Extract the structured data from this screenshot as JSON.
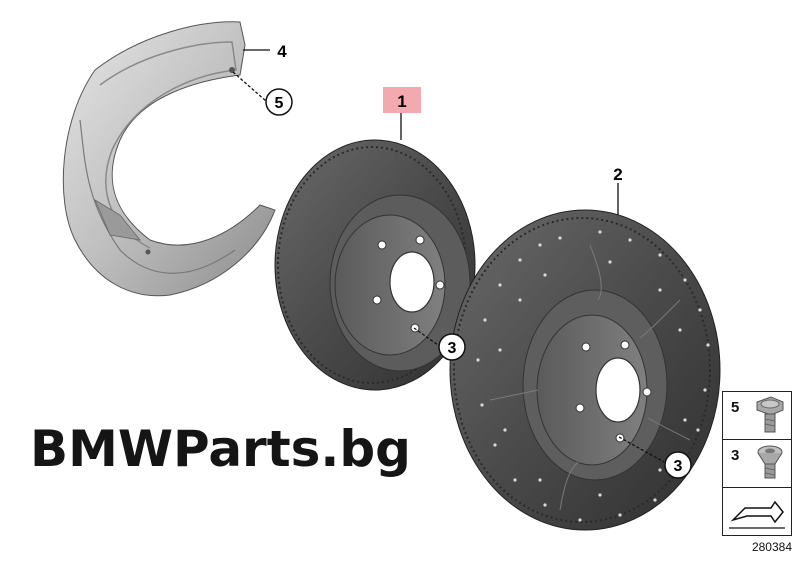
{
  "callouts": {
    "part1": "1",
    "part2": "2",
    "part3_left": "3",
    "part3_right": "3",
    "part4": "4",
    "part5": "5"
  },
  "watermark": "BMWParts.bg",
  "legend": {
    "rows": [
      {
        "number": "5"
      },
      {
        "number": "3"
      }
    ]
  },
  "diagram_number": "280384",
  "colors": {
    "callout_highlight": "#f2aab0",
    "disc_dark": "#454545",
    "shield_light": "#c8c8c8"
  }
}
